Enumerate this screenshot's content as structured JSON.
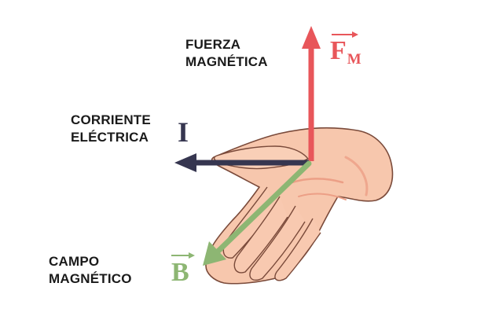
{
  "labels": {
    "force_line1": "FUERZA",
    "force_line2": "MAGNÉTICA",
    "current_line1": "CORRIENTE",
    "current_line2": "ELÉCTRICA",
    "field_line1": "CAMPO",
    "field_line2": "MAGNÉTICO"
  },
  "symbols": {
    "force_letter": "F",
    "force_subscript": "M",
    "current_letter": "I",
    "field_letter": "B"
  },
  "colors": {
    "force": "#e8565a",
    "current": "#363650",
    "field": "#8db673",
    "skin": "#f7c7ad",
    "skin_shadow": "#ec9f86",
    "outline": "#7a4a3a"
  }
}
